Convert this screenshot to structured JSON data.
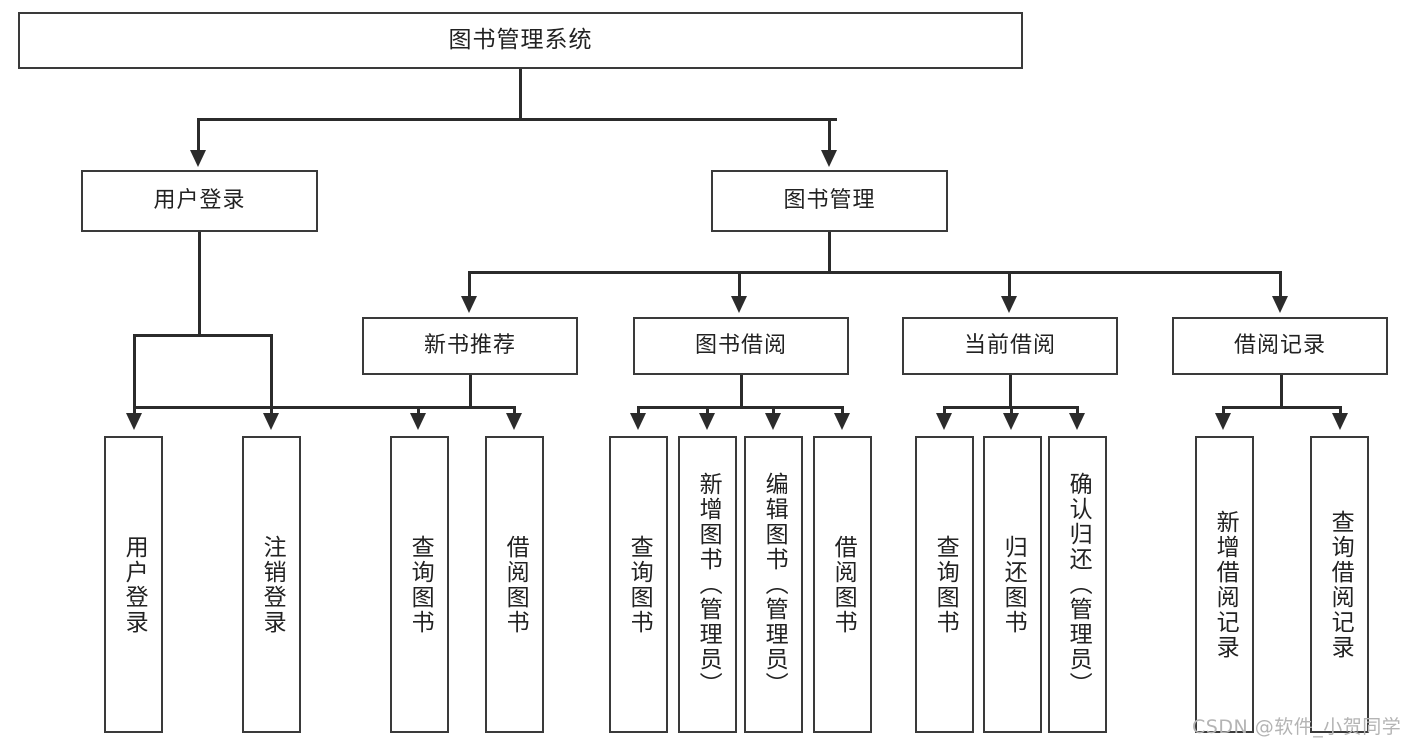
{
  "diagram": {
    "title": "图书管理系统",
    "type": "tree-hierarchy",
    "levels": {
      "root": {
        "label": "图书管理系统"
      },
      "level2": [
        {
          "label": "用户登录"
        },
        {
          "label": "图书管理"
        }
      ],
      "level3": [
        {
          "label": "新书推荐"
        },
        {
          "label": "图书借阅"
        },
        {
          "label": "当前借阅"
        },
        {
          "label": "借阅记录"
        }
      ],
      "leaves": {
        "user_login": [
          {
            "label": "用户登录"
          },
          {
            "label": "注销登录"
          }
        ],
        "new_book_recommend": [
          {
            "label": "查询图书"
          },
          {
            "label": "借阅图书"
          }
        ],
        "book_borrow": [
          {
            "label": "查询图书"
          },
          {
            "label": "新增图书（管理员）"
          },
          {
            "label": "编辑图书（管理员）"
          },
          {
            "label": "借阅图书"
          }
        ],
        "current_borrow": [
          {
            "label": "查询图书"
          },
          {
            "label": "归还图书"
          },
          {
            "label": "确认归还（管理员）"
          }
        ],
        "borrow_record": [
          {
            "label": "新增借阅记录"
          },
          {
            "label": "查询借阅记录"
          }
        ]
      }
    }
  },
  "watermark": {
    "text": "CSDN @软件_小贺同学"
  },
  "colors": {
    "box_border": "#3a3a3a",
    "line": "#2b2b2b",
    "background": "#ffffff",
    "text": "#222222",
    "watermark": "#b4b4b4"
  }
}
